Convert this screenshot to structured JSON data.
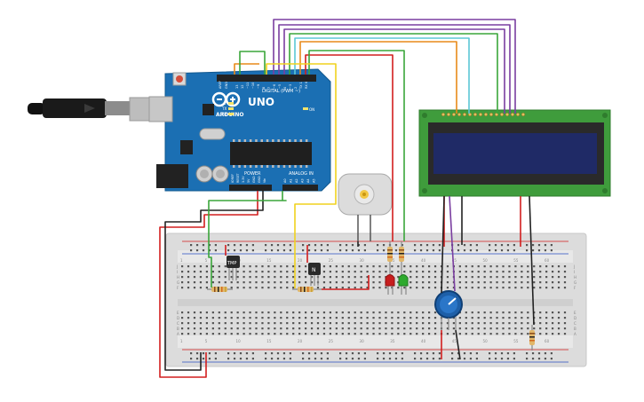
{
  "board": {
    "brand": "ARDUINO",
    "model": "UNO",
    "digital_header_label": "DIGITAL (PWM ~)",
    "power_label": "POWER",
    "analog_label": "ANALOG IN",
    "aref_label": "AREF",
    "gnd_label": "GND",
    "on_label": "ON",
    "tx_label": "TX",
    "rx_label": "RX",
    "l_label": "L",
    "digital_pins": [
      "13",
      "12",
      "~11",
      "~10",
      "~9",
      "8",
      "7",
      "~6",
      "~5",
      "4",
      "~3",
      "2",
      "TX 1",
      "RX 0"
    ],
    "power_pins": [
      "IOREF",
      "RESET",
      "3.3V",
      "5V",
      "GND",
      "GND",
      "Vin"
    ],
    "analog_pins": [
      "A0",
      "A1",
      "A2",
      "A3",
      "A4",
      "A5"
    ]
  },
  "parts": {
    "sensor_label": "TMP",
    "transistor_label": "N"
  },
  "breadboard": {
    "row_letters_top": [
      "J",
      "I",
      "H",
      "G",
      "F"
    ],
    "row_letters_bottom": [
      "E",
      "D",
      "C",
      "B",
      "A"
    ],
    "column_numbers": [
      "1",
      "5",
      "10",
      "15",
      "20",
      "25",
      "30",
      "35",
      "40",
      "45",
      "50",
      "55",
      "60"
    ]
  },
  "colors": {
    "arduino": "#1b6fb3",
    "lcd_pcb": "#3f9c3c",
    "lcd_screen": "#1f2a66",
    "wire_red": "#d21e1e",
    "wire_green": "#3aa63a",
    "wire_purple": "#7a3ea0",
    "wire_orange": "#e88a1a",
    "wire_yellow": "#f0d21e",
    "wire_cyan": "#5cc7d6",
    "wire_black": "#222222"
  }
}
